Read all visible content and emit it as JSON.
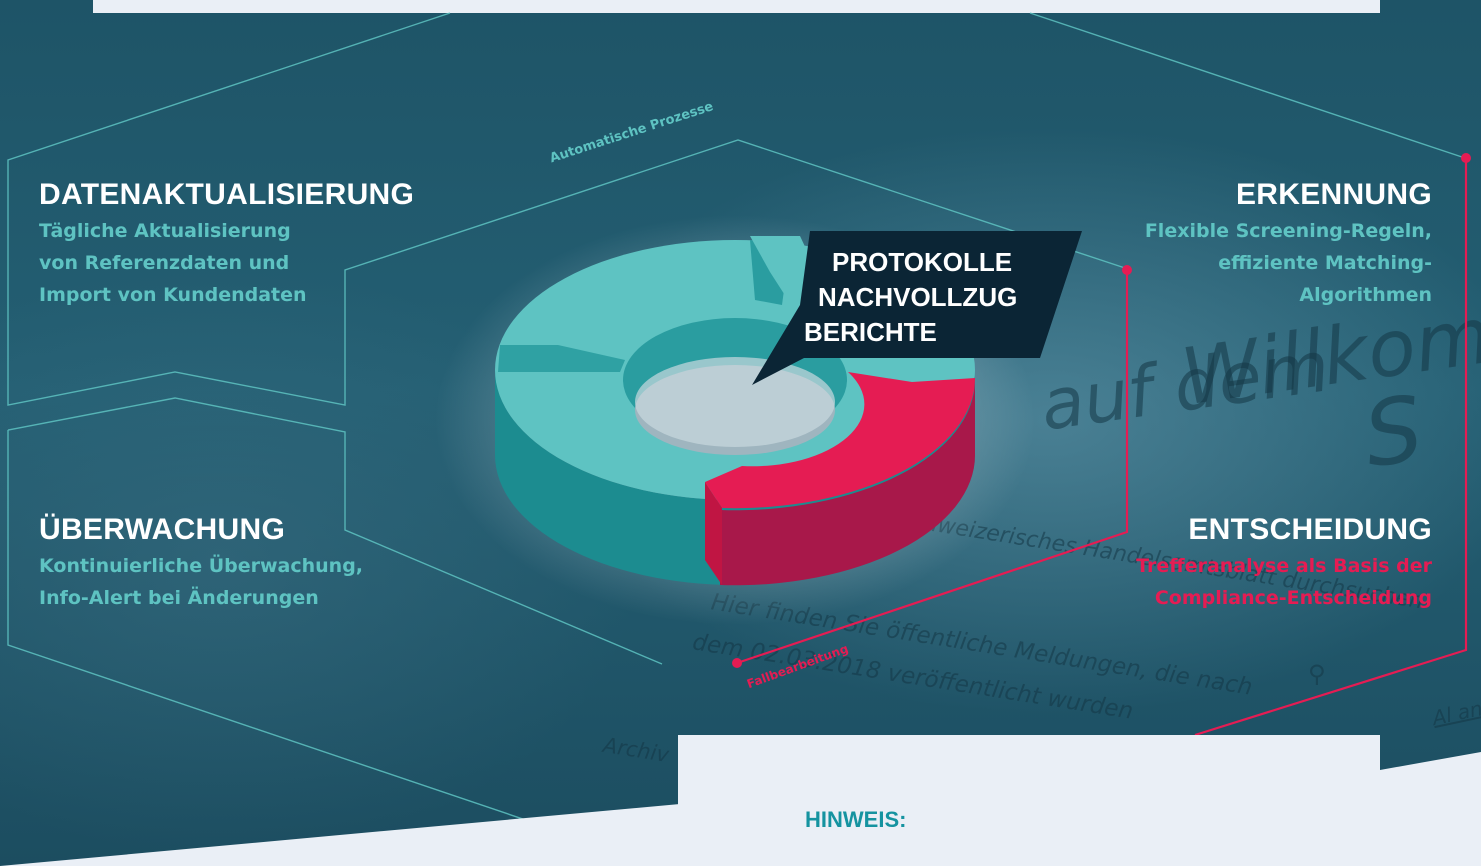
{
  "steps": [
    {
      "title": "DATENAKTUALISIERUNG",
      "lines": [
        "Tägliche Aktualisierung",
        "von Referenzdaten und",
        "Import von Kundendaten"
      ]
    },
    {
      "title": "ERKENNUNG",
      "lines": [
        "Flexible Screening-Regeln,",
        "effiziente Matching-",
        "Algorithmen"
      ]
    },
    {
      "title": "ÜBERWACHUNG",
      "lines": [
        "Kontinuierliche Überwachung,",
        "Info-Alert bei Änderungen"
      ]
    },
    {
      "title": "ENTSCHEIDUNG",
      "lines": [
        "Trefferanalyse als Basis der",
        "Compliance-Entscheidung"
      ]
    }
  ],
  "callout": {
    "lines": [
      "PROTOKOLLE",
      "NACHVOLLZUG",
      "BERICHTE"
    ]
  },
  "labels": {
    "auto": "Automatische Prozesse",
    "case": "Fallbearbeitung"
  },
  "hint": {
    "title": "HINWEIS:"
  },
  "background_text": {
    "welcome": "Willkommen",
    "on_the": "auf dem",
    "s": "S",
    "gazette": "Schweizerisches Handelsamtsblatt durchsuchen",
    "find_here": "Hier finden Sie öffentliche Meldungen, die nach",
    "date_line": "dem 02.03.2018 veröffentlicht wurden",
    "archive": "Archiv",
    "side_link": "Al anz"
  },
  "colors": {
    "teal": "#5ec3c2",
    "teal_dark": "#2a9da0",
    "red": "#e51c53",
    "red_dark": "#a8184a",
    "navy": "#0b2535",
    "panel": "#eaeff6"
  },
  "icons": {
    "search": "magnifier-icon"
  }
}
